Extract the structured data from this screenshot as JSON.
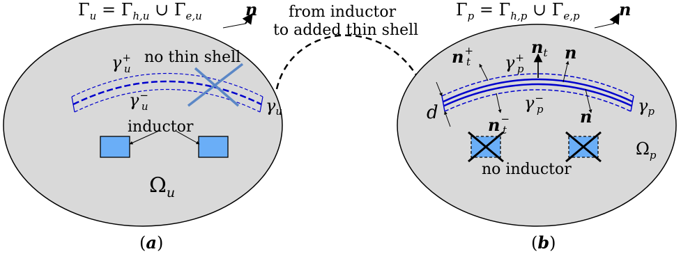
{
  "colors": {
    "domain_fill": "#d9d9d9",
    "shell": "#0000cc",
    "inductor_fill": "#6aaef7",
    "cross_blue": "#5b87c6",
    "stroke": "#000000"
  },
  "panel_a": {
    "boundary": {
      "gamma": "Γ",
      "u": "u",
      "eq": " = Γ",
      "hu": "h,u",
      "cup": " ∪ Γ",
      "eu": "e,u"
    },
    "normal": "n",
    "gamma_plus": {
      "g": "γ",
      "sub": "u",
      "sup": "+"
    },
    "no_shell": "no thin shell",
    "gamma_minus": {
      "g": "γ",
      "sub": "u",
      "sup": "−"
    },
    "gamma_u": {
      "g": "γ",
      "sub": "u"
    },
    "inductor": "inductor",
    "omega": {
      "g": "Ω",
      "sub": "u"
    },
    "caption": {
      "open": "(",
      "letter": "a",
      "close": ")"
    }
  },
  "arrow_text": {
    "line1": "from inductor",
    "line2": "to added thin shell"
  },
  "panel_b": {
    "boundary": {
      "gamma": "Γ",
      "p": "p",
      "eq": " = Γ",
      "hp": "h,p",
      "cup": " ∪ Γ",
      "ep": "e,p"
    },
    "normal": "n",
    "n_t_plus": {
      "n": "n",
      "sub": "t",
      "sup": "+"
    },
    "gamma_plus": {
      "g": "γ",
      "sub": "p",
      "sup": "+"
    },
    "n_t": {
      "n": "n",
      "sub": "t"
    },
    "normal_shell": "n",
    "d": "d",
    "n_t_minus": {
      "n": "n",
      "sub": "t",
      "sup": "−"
    },
    "gamma_minus": {
      "g": "γ",
      "sub": "p",
      "sup": "−"
    },
    "normal_lower": "n",
    "gamma_p": {
      "g": "γ",
      "sub": "p"
    },
    "omega": {
      "g": "Ω",
      "sub": "p"
    },
    "no_inductor": "no inductor",
    "caption": {
      "open": "(",
      "letter": "b",
      "close": ")"
    }
  }
}
